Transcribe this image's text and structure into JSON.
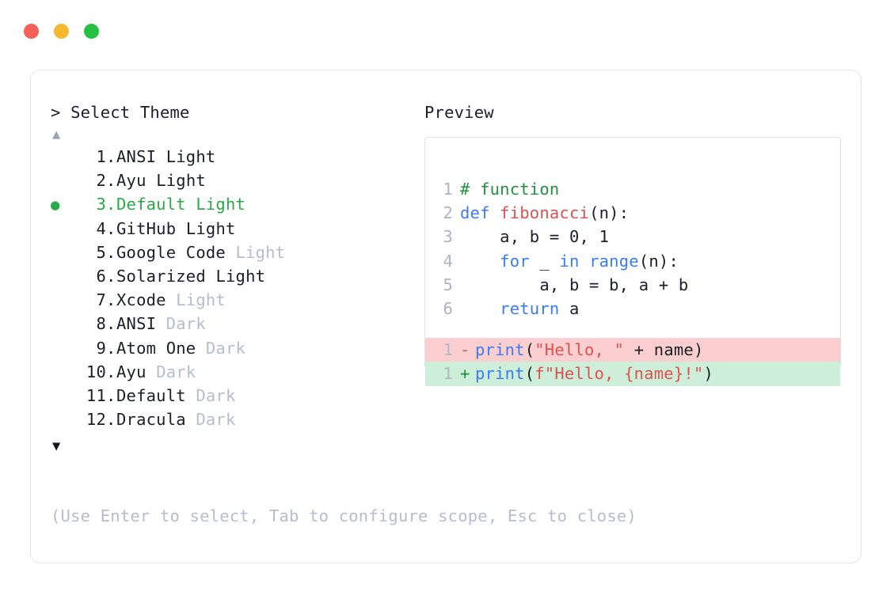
{
  "window": {
    "dots": [
      {
        "name": "close-dot",
        "color": "#f45f57"
      },
      {
        "name": "minimize-dot",
        "color": "#f5b82e"
      },
      {
        "name": "maximize-dot",
        "color": "#26c141"
      }
    ]
  },
  "theme_selector": {
    "prompt_symbol": ">",
    "prompt_label": "Select Theme",
    "prompt_line": "> Select Theme",
    "scroll_up_glyph": "▲",
    "scroll_down_glyph": "▼",
    "selected_marker": "●",
    "selected_index": 3,
    "accent_color": "#2aa84a",
    "items": [
      {
        "index": "1",
        "name": "ANSI",
        "variant": "Light",
        "variant_muted": false,
        "selected": false
      },
      {
        "index": "2",
        "name": "Ayu",
        "variant": "Light",
        "variant_muted": false,
        "selected": false
      },
      {
        "index": "3",
        "name": "Default",
        "variant": "Light",
        "variant_muted": false,
        "selected": true
      },
      {
        "index": "4",
        "name": "GitHub",
        "variant": "Light",
        "variant_muted": false,
        "selected": false
      },
      {
        "index": "5",
        "name": "Google Code",
        "variant": "Light",
        "variant_muted": true,
        "selected": false
      },
      {
        "index": "6",
        "name": "Solarized",
        "variant": "Light",
        "variant_muted": false,
        "selected": false
      },
      {
        "index": "7",
        "name": "Xcode",
        "variant": "Light",
        "variant_muted": true,
        "selected": false
      },
      {
        "index": "8",
        "name": "ANSI",
        "variant": "Dark",
        "variant_muted": true,
        "selected": false
      },
      {
        "index": "9",
        "name": "Atom One",
        "variant": "Dark",
        "variant_muted": true,
        "selected": false
      },
      {
        "index": "10",
        "name": "Ayu",
        "variant": "Dark",
        "variant_muted": true,
        "selected": false
      },
      {
        "index": "11",
        "name": "Default",
        "variant": "Dark",
        "variant_muted": true,
        "selected": false
      },
      {
        "index": "12",
        "name": "Dracula",
        "variant": "Dark",
        "variant_muted": true,
        "selected": false
      }
    ],
    "hint": "(Use Enter to select, Tab to configure scope, Esc to close)"
  },
  "preview": {
    "title": "Preview",
    "code_lines": [
      {
        "ln": "1",
        "tokens": [
          {
            "t": "# function",
            "c": "comment"
          }
        ]
      },
      {
        "ln": "2",
        "tokens": [
          {
            "t": "def ",
            "c": "keyword"
          },
          {
            "t": "fibonacci",
            "c": "func"
          },
          {
            "t": "(n):",
            "c": "plain"
          }
        ]
      },
      {
        "ln": "3",
        "tokens": [
          {
            "t": "    a, b = 0, 1",
            "c": "plain"
          }
        ]
      },
      {
        "ln": "4",
        "tokens": [
          {
            "t": "    ",
            "c": "plain"
          },
          {
            "t": "for",
            "c": "keyword"
          },
          {
            "t": " _ ",
            "c": "plain"
          },
          {
            "t": "in",
            "c": "keyword"
          },
          {
            "t": " ",
            "c": "plain"
          },
          {
            "t": "range",
            "c": "keyword"
          },
          {
            "t": "(n):",
            "c": "plain"
          }
        ]
      },
      {
        "ln": "5",
        "tokens": [
          {
            "t": "        a, b = b, a + b",
            "c": "plain"
          }
        ]
      },
      {
        "ln": "6",
        "tokens": [
          {
            "t": "    ",
            "c": "plain"
          },
          {
            "t": "return",
            "c": "keyword"
          },
          {
            "t": " a",
            "c": "plain"
          }
        ]
      }
    ],
    "diff_lines": [
      {
        "kind": "removed",
        "ln": "1",
        "sign": "-",
        "bg_color": "#fbcfcf",
        "tokens": [
          {
            "t": "print",
            "c": "keyword"
          },
          {
            "t": "(",
            "c": "plain"
          },
          {
            "t": "\"Hello, \"",
            "c": "string"
          },
          {
            "t": " + name)",
            "c": "plain"
          }
        ]
      },
      {
        "kind": "added",
        "ln": "1",
        "sign": "+",
        "bg_color": "#cdeed8",
        "tokens": [
          {
            "t": "print",
            "c": "keyword"
          },
          {
            "t": "(",
            "c": "plain"
          },
          {
            "t": "f\"Hello, {name}!\"",
            "c": "string"
          },
          {
            "t": ")",
            "c": "plain"
          }
        ]
      }
    ]
  }
}
